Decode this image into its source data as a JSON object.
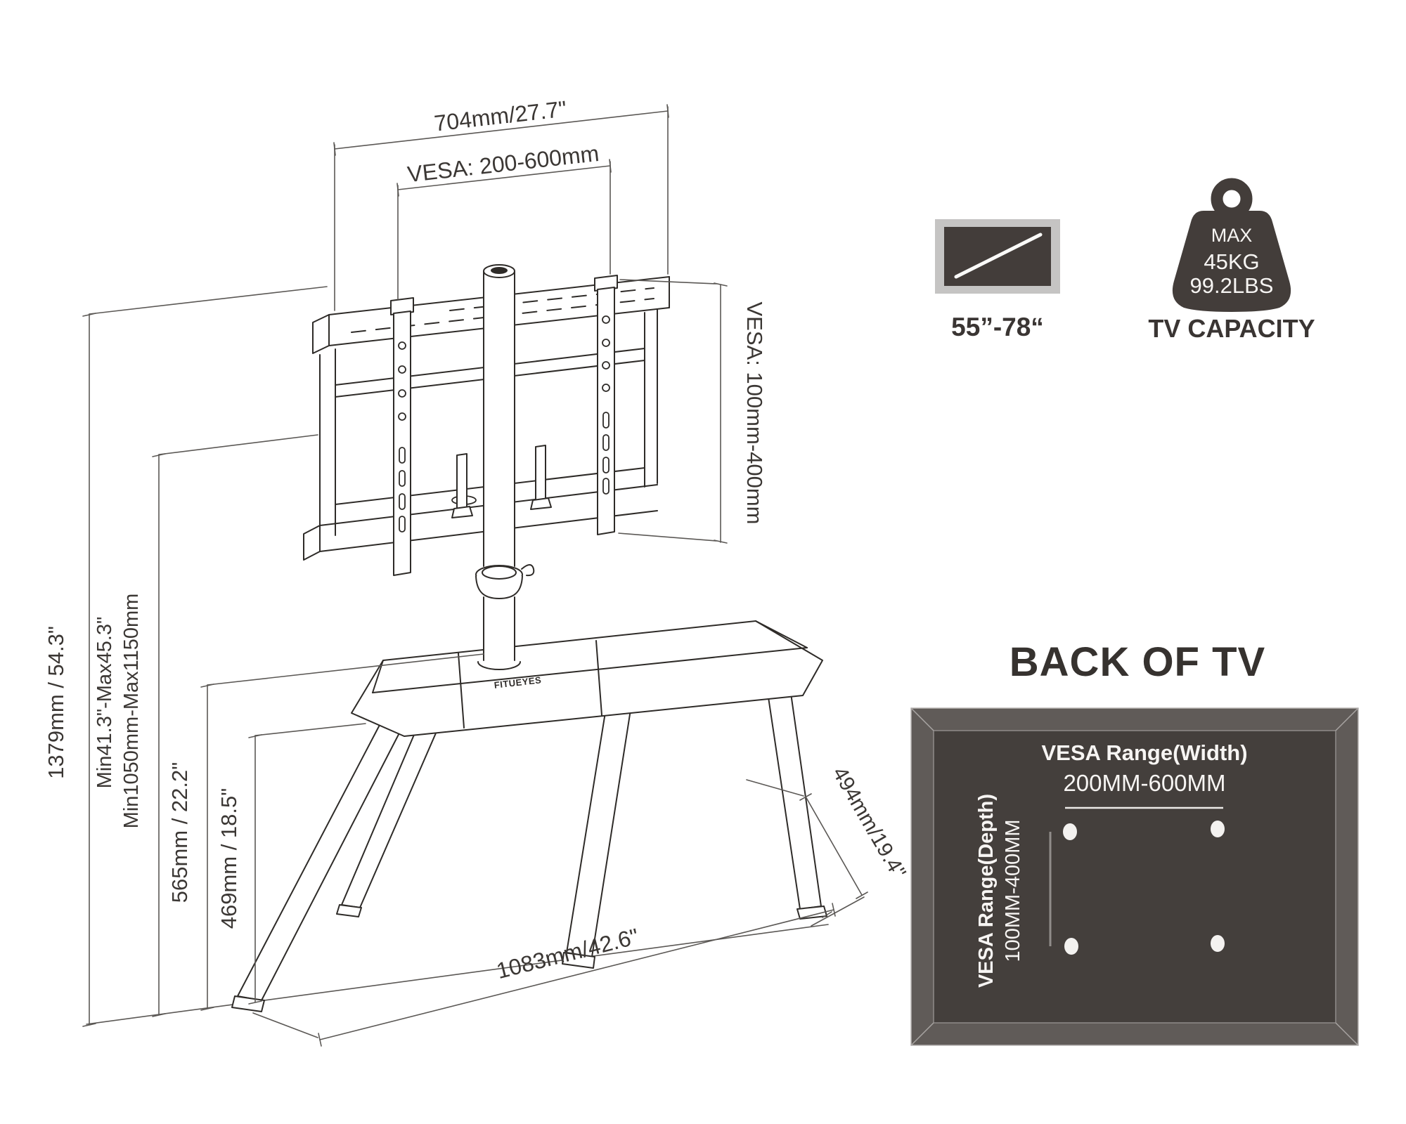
{
  "diagram": {
    "brand_logo": "FITUEYES",
    "dimensions": {
      "top_width": "704mm/27.7\"",
      "vesa_width": "VESA: 200-600mm",
      "vesa_height": "VESA: 100mm-400mm",
      "overall_height": "1379mm / 54.3\"",
      "height_adjust_inches": "Min41.3\"-Max45.3\"",
      "height_adjust_mm": "Min1050mm-Max1150mm",
      "column_height": "565mm / 22.2\"",
      "base_section_height": "469mm / 18.5\"",
      "leg_depth": "494mm/19.4\"",
      "base_width": "1083mm/42.6\""
    }
  },
  "badges": {
    "screen_size_label": "55”-78“",
    "capacity": {
      "max": "MAX",
      "kg": "45KG",
      "lbs": "99.2LBS",
      "caption": "TV CAPACITY"
    }
  },
  "back_of_tv": {
    "title": "BACK OF TV",
    "vesa_width_label": "VESA Range(Width)",
    "vesa_width_value": "200MM-600MM",
    "vesa_depth_label": "VESA Range(Depth)",
    "vesa_depth_value": "100MM-400MM"
  },
  "colors": {
    "line_art": "#2e2b28",
    "dimension_line": "#5b5855",
    "label_text": "#3b3734",
    "icon_charcoal": "#433d3a",
    "tv_icon_frame": "#c5c4c3",
    "panel_bevel": "#605b58",
    "panel_face": "#443f3c",
    "white": "#ffffff"
  }
}
